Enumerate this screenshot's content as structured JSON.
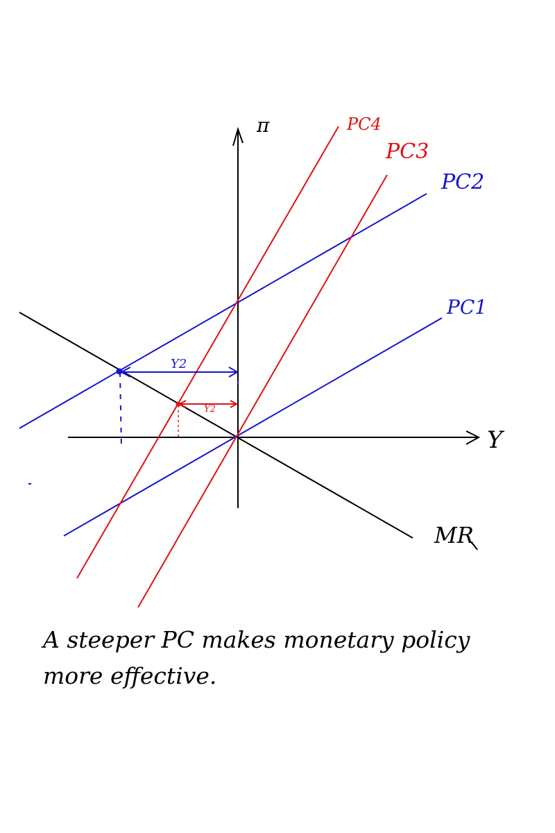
{
  "labels": {
    "y_axis": "π",
    "x_axis": "Y",
    "pc4": "PC4",
    "pc3": "PC3",
    "pc2": "PC2",
    "pc1": "PC1",
    "mr": "MR",
    "gap_blue": "Y2",
    "gap_red": "Y2"
  },
  "caption": "A steeper PC makes monetary policy more effective.",
  "colors": {
    "axes": "#000000",
    "steep_pc": "#e01010",
    "flat_pc": "#1414d2",
    "mr": "#000000"
  }
}
